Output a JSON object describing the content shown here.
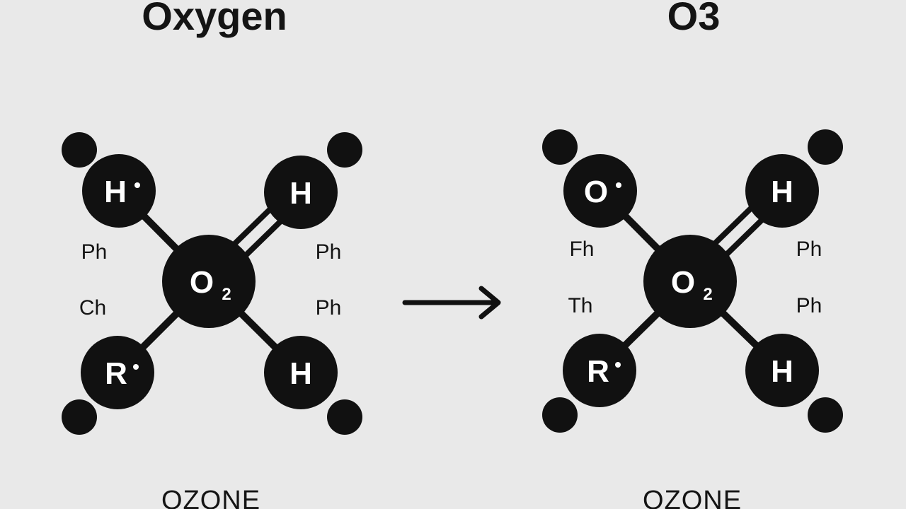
{
  "left_panel": {
    "title": "Oxygen",
    "center": {
      "symbol": "O",
      "subscript": "2"
    },
    "atoms": {
      "top_left": "H",
      "top_right": "H",
      "bottom_left": "R",
      "bottom_right": "H"
    },
    "labels": {
      "left_upper": "Ph",
      "left_lower": "Ch",
      "right_upper": "Ph",
      "right_lower": "Ph"
    },
    "caption": "OZONE"
  },
  "right_panel": {
    "title": "O3",
    "center": {
      "symbol": "O",
      "subscript": "2"
    },
    "atoms": {
      "top_left": "O",
      "top_right": "H",
      "bottom_left": "R",
      "bottom_right": "H"
    },
    "labels": {
      "left_upper": "Fh",
      "left_lower": "Th",
      "right_upper": "Ph",
      "right_lower": "Ph"
    },
    "caption": "OZONE"
  },
  "colors": {
    "background": "#e9e9e9",
    "ink": "#111111"
  }
}
